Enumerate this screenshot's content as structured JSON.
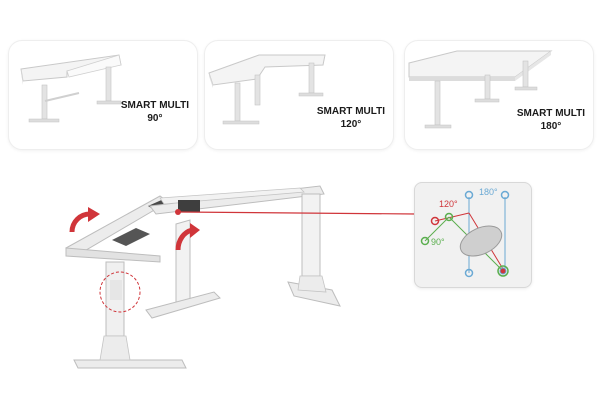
{
  "configs": [
    {
      "line1": "SMART MULTI",
      "line2": "90°"
    },
    {
      "line1": "SMART MULTI",
      "line2": "120°"
    },
    {
      "line1": "SMART MULTI",
      "line2": "180°"
    }
  ],
  "angles": {
    "a120": "120°",
    "a180": "180°",
    "a90": "90°"
  },
  "colors": {
    "red": "#d0353a",
    "blue": "#6aa9d4",
    "green": "#5aae4e",
    "frame": "#e6e6e6"
  }
}
